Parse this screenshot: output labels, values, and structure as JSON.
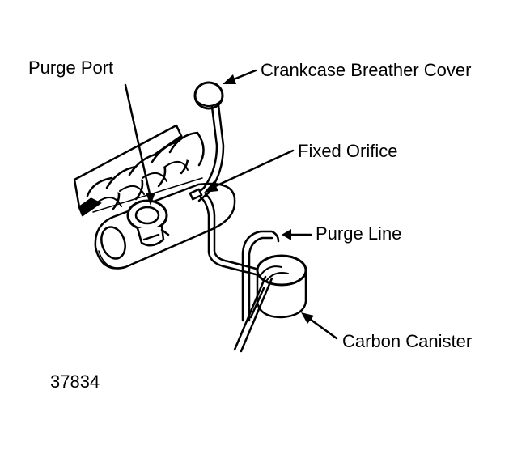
{
  "labels": {
    "purge_port": "Purge Port",
    "crankcase_breather_cover": "Crankcase Breather Cover",
    "fixed_orifice": "Fixed Orifice",
    "purge_line": "Purge Line",
    "carbon_canister": "Carbon Canister",
    "figure_number": "37834"
  },
  "colors": {
    "ink": "#000000",
    "paper": "#ffffff"
  }
}
